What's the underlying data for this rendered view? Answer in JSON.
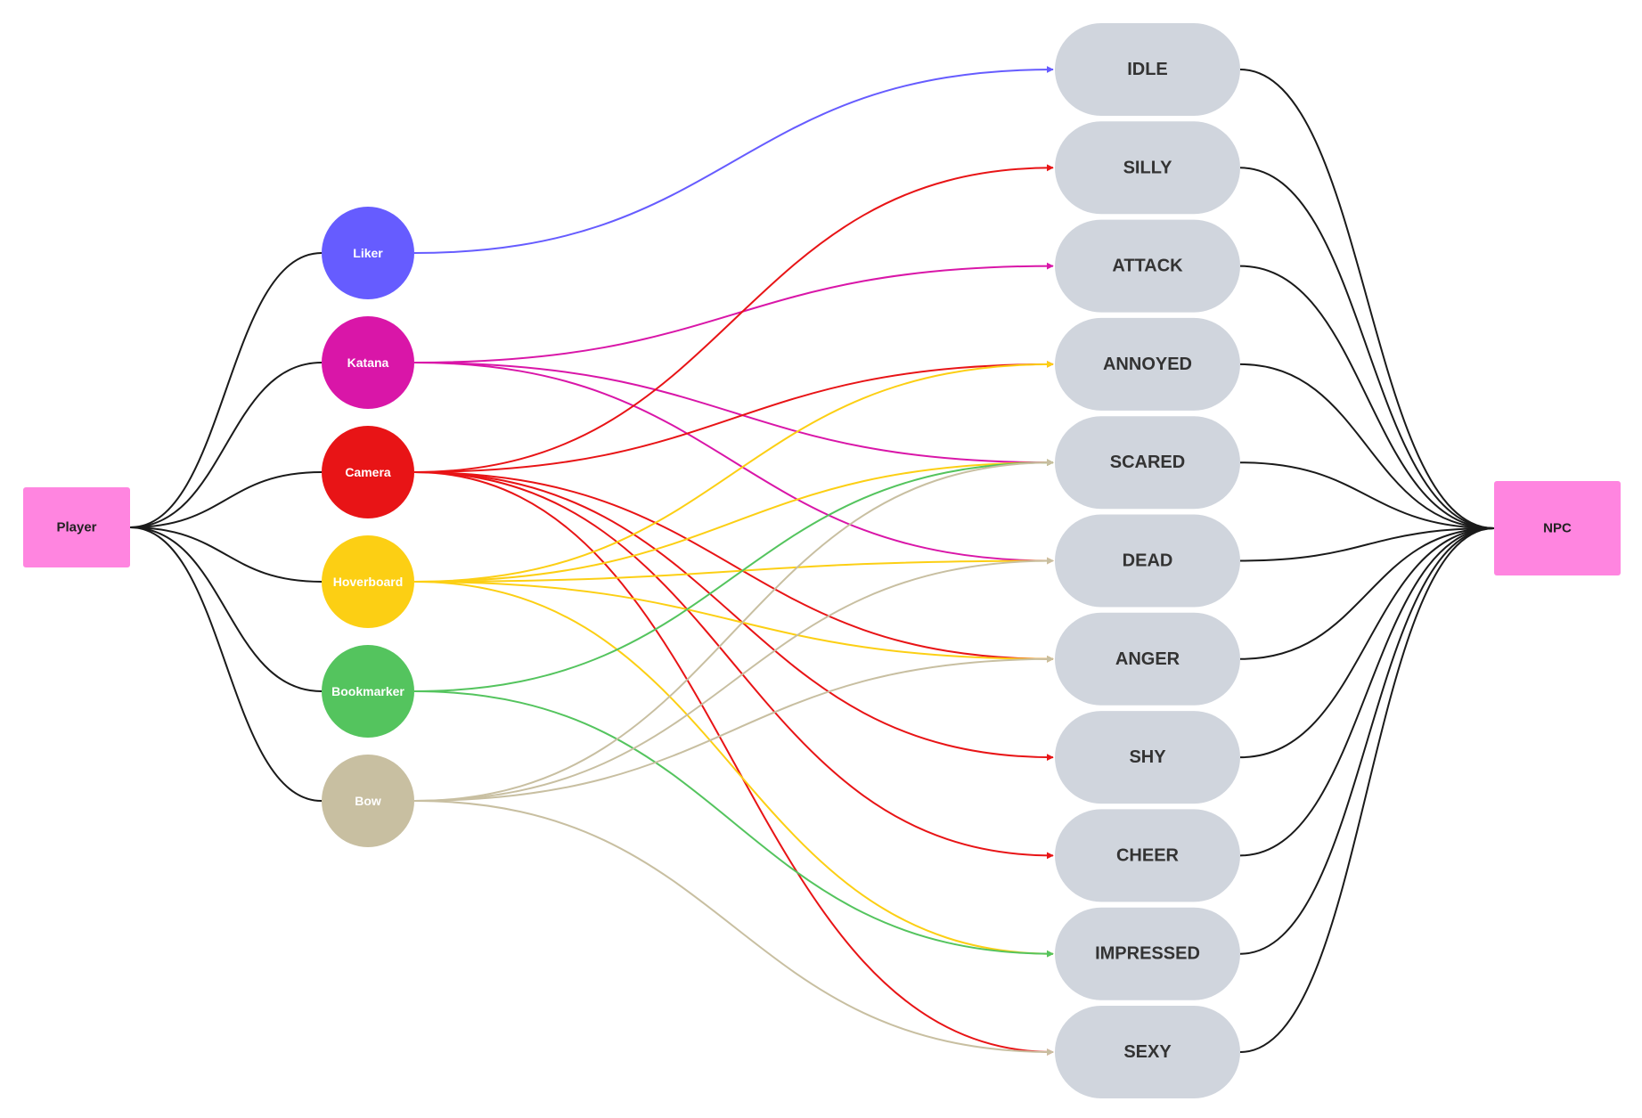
{
  "source": {
    "id": "player",
    "label": "Player",
    "color": "#ff85e0"
  },
  "target": {
    "id": "npc",
    "label": "NPC",
    "color": "#ff85e0"
  },
  "items": [
    {
      "id": "liker",
      "label": "Liker",
      "color": "#665cff"
    },
    {
      "id": "katana",
      "label": "Katana",
      "color": "#d916a8"
    },
    {
      "id": "camera",
      "label": "Camera",
      "color": "#e81416"
    },
    {
      "id": "hoverboard",
      "label": "Hoverboard",
      "color": "#fccf14"
    },
    {
      "id": "bookmarker",
      "label": "Bookmarker",
      "color": "#54c45e"
    },
    {
      "id": "bow",
      "label": "Bow",
      "color": "#c8bfa1"
    }
  ],
  "states": [
    {
      "id": "idle",
      "label": "IDLE"
    },
    {
      "id": "silly",
      "label": "SILLY"
    },
    {
      "id": "attack",
      "label": "ATTACK"
    },
    {
      "id": "annoyed",
      "label": "ANNOYED"
    },
    {
      "id": "scared",
      "label": "SCARED"
    },
    {
      "id": "dead",
      "label": "DEAD"
    },
    {
      "id": "anger",
      "label": "ANGER"
    },
    {
      "id": "shy",
      "label": "SHY"
    },
    {
      "id": "cheer",
      "label": "CHEER"
    },
    {
      "id": "impressed",
      "label": "IMPRESSED"
    },
    {
      "id": "sexy",
      "label": "SEXY"
    }
  ],
  "edges": [
    {
      "from": "liker",
      "to": "idle"
    },
    {
      "from": "katana",
      "to": "attack"
    },
    {
      "from": "katana",
      "to": "scared"
    },
    {
      "from": "katana",
      "to": "dead"
    },
    {
      "from": "camera",
      "to": "silly"
    },
    {
      "from": "camera",
      "to": "annoyed"
    },
    {
      "from": "camera",
      "to": "anger"
    },
    {
      "from": "camera",
      "to": "shy"
    },
    {
      "from": "camera",
      "to": "cheer"
    },
    {
      "from": "camera",
      "to": "sexy"
    },
    {
      "from": "hoverboard",
      "to": "annoyed"
    },
    {
      "from": "hoverboard",
      "to": "scared"
    },
    {
      "from": "hoverboard",
      "to": "dead"
    },
    {
      "from": "hoverboard",
      "to": "anger"
    },
    {
      "from": "hoverboard",
      "to": "impressed"
    },
    {
      "from": "bookmarker",
      "to": "scared"
    },
    {
      "from": "bookmarker",
      "to": "impressed"
    },
    {
      "from": "bow",
      "to": "scared"
    },
    {
      "from": "bow",
      "to": "dead"
    },
    {
      "from": "bow",
      "to": "anger"
    },
    {
      "from": "bow",
      "to": "sexy"
    }
  ],
  "colors": {
    "state_fill": "#d0d5dd",
    "state_text": "#333333",
    "connector": "#1a1a1a",
    "node_text": "#ffffff",
    "box_text": "#222222"
  }
}
